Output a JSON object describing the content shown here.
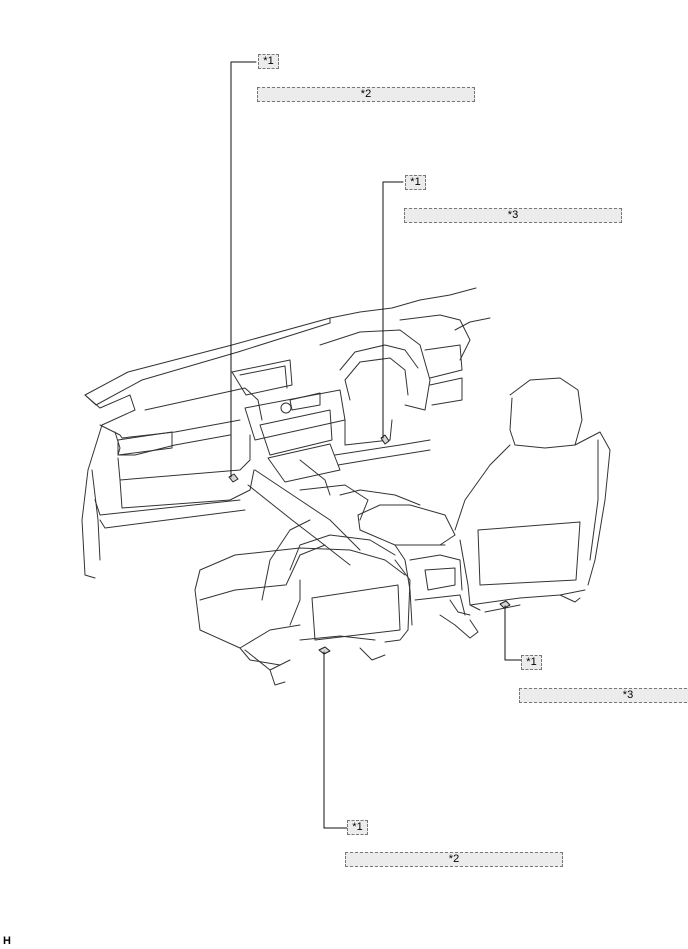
{
  "callouts": {
    "part_marker": "*1",
    "label_2": "*2",
    "label_3": "*3"
  },
  "corner_mark": "H"
}
